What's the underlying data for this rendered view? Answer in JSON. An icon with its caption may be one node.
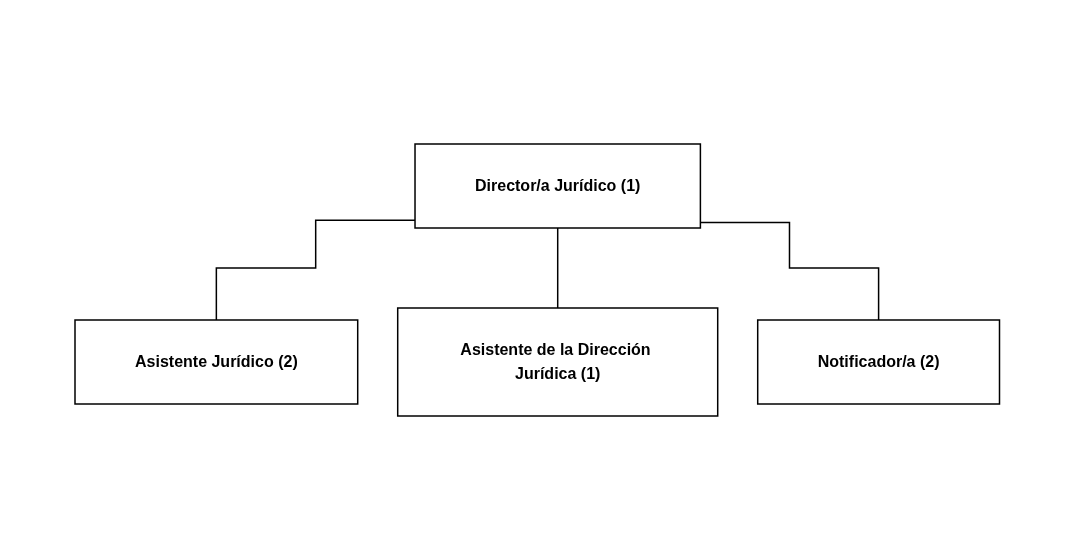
{
  "diagram": {
    "nodes": [
      {
        "text": [
          "Director/a Jurídico (1)"
        ]
      },
      {
        "text": [
          "Asistente Jurídico (2)"
        ]
      },
      {
        "text": [
          "Asistente de la Dirección Jurídica (1)"
        ]
      },
      {
        "text": [
          "Notificador/a (2)"
        ]
      }
    ],
    "edges": [
      {
        "from": 0,
        "to": 1,
        "arrow": "none"
      },
      {
        "from": 0,
        "to": 2,
        "arrow": "none"
      },
      {
        "from": 0,
        "to": 3,
        "arrow": "none"
      }
    ]
  }
}
